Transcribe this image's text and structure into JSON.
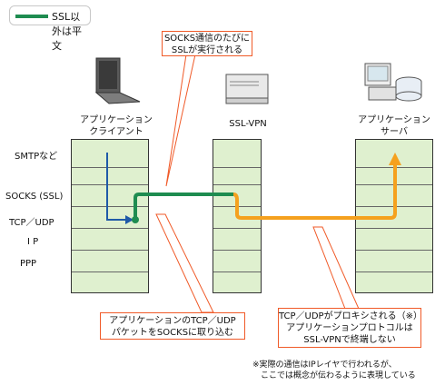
{
  "legend": {
    "label": "SSL以外は平文",
    "color": "#1e8c50"
  },
  "callouts": {
    "top": "SOCKS通信のたびに\nSSLが実行される",
    "bottom_left": "アプリケーションのTCP／UDP\nパケットをSOCKSに取り込む",
    "bottom_right": "TCP／UDPがプロキシされる（※）\nアプリケーションプロトコルは\nSSL-VPNで終端しない"
  },
  "nodes": {
    "client": "アプリケーション\nクライアント",
    "vpn": "SSL-VPN",
    "server": "アプリケーション\nサーバ"
  },
  "protocols": [
    "SMTPなど",
    "SOCKS (SSL)",
    "TCP／UDP",
    "I P",
    "PPP"
  ],
  "footnote": "※実際の通信はIPレイヤで行われるが、\n　ここでは概念が伝わるように表現している",
  "colors": {
    "ssl_path": "#1e8c50",
    "plain_path": "#f5a11e",
    "client_arrow": "#1f5aa8",
    "callout_border": "#f05a28",
    "stack_fill": "#dff0cf"
  }
}
